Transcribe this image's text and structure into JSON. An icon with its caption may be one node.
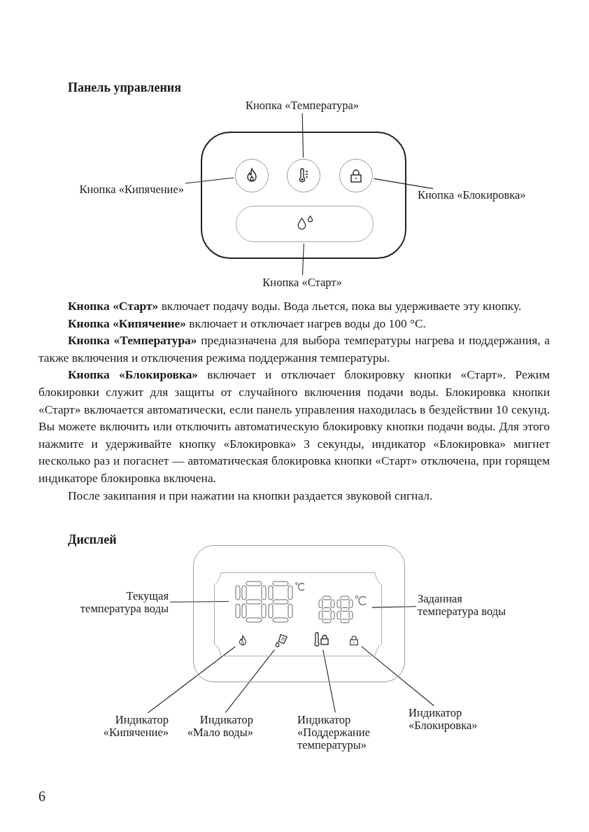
{
  "diagram": {
    "nodes": [
      {
        "text": [
          "Кнопка «Температура»"
        ]
      },
      {
        "text": [],
        "shape": "box"
      },
      {
        "text": [],
        "shape": "circle",
        "in": 1
      },
      {
        "text": [],
        "shape": "circle",
        "in": 1
      },
      {
        "text": [],
        "shape": "circle",
        "in": 1
      },
      {
        "text": [],
        "shape": "box",
        "in": 1
      },
      {
        "text": [
          "Кнопка «Кипячение»"
        ]
      },
      {
        "text": [
          "Кнопка «Блокировка»"
        ]
      },
      {
        "text": [
          "Кнопка «Старт»"
        ]
      },
      {
        "text": [],
        "shape": "box"
      },
      {
        "text": [],
        "shape": "box",
        "in": 9
      },
      {
        "text": [],
        "shape": "picture",
        "in": 10
      },
      {
        "text": [],
        "shape": "picture",
        "in": 10
      },
      {
        "text": [],
        "shape": "picture",
        "in": 10
      },
      {
        "text": [],
        "shape": "picture",
        "in": 10
      },
      {
        "text": [],
        "shape": "picture",
        "in": 10
      },
      {
        "text": [],
        "shape": "picture",
        "in": 10
      },
      {
        "text": [
          "Текущая температура воды"
        ]
      },
      {
        "text": [
          "Заданная температура воды"
        ]
      },
      {
        "text": [
          "Индикатор «Кипячение»"
        ]
      },
      {
        "text": [
          "Индикатор «Мало воды»"
        ]
      },
      {
        "text": [
          "Индикатор «Поддержание температуры»"
        ]
      },
      {
        "text": [
          "Индикатор «Блокировка»"
        ]
      }
    ],
    "edges": [
      {
        "from": 0,
        "to": 3,
        "arrow": "none"
      },
      {
        "from": 6,
        "to": 2,
        "arrow": "none"
      },
      {
        "from": 7,
        "to": 4,
        "arrow": "none"
      },
      {
        "from": 8,
        "to": 5,
        "arrow": "none"
      },
      {
        "from": 17,
        "to": 11,
        "arrow": "none"
      },
      {
        "from": 18,
        "to": 12,
        "arrow": "none"
      },
      {
        "from": 19,
        "to": 13,
        "arrow": "none"
      },
      {
        "from": 20,
        "to": 14,
        "arrow": "none"
      },
      {
        "from": 21,
        "to": 15,
        "arrow": "none"
      },
      {
        "from": 22,
        "to": 16,
        "arrow": "none"
      }
    ],
    "labels": [
      "Панель управления",
      "**Кнопка «Старт»** включает подачу воды. Вода льется, пока вы удерживаете эту кнопку.",
      "**Кнопка «Кипячение»** включает и отключает нагрев воды до 100 °C.",
      "**Кнопка «Температура»** предназначена для выбора температуры нагрева и поддержания, а также включения и отключения режима поддержания температуры.",
      "**Кнопка «Блокировка»** включает и отключает блокировку кнопки «Старт». Режим блокировки служит для защиты от случайного включения подачи воды. Блокировка кнопки «Старт» включается автоматически, если панель управления находилась в бездействии 10 секунд. Вы можете включить или отключить автоматическую блокировку кнопки подачи воды. Для этого нажмите и удерживайте кнопку «Блокировка» 3 секунды, индикатор «Блокировка» мигнет несколько раз и погаснет — автоматическая блокировка кнопки «Старт» отключена, при горящем индикаторе блокировка включена.",
      "После закипания и при нажатии на кнопки раздается звуковой сигнал.",
      "Дисплей",
      "6"
    ]
  }
}
